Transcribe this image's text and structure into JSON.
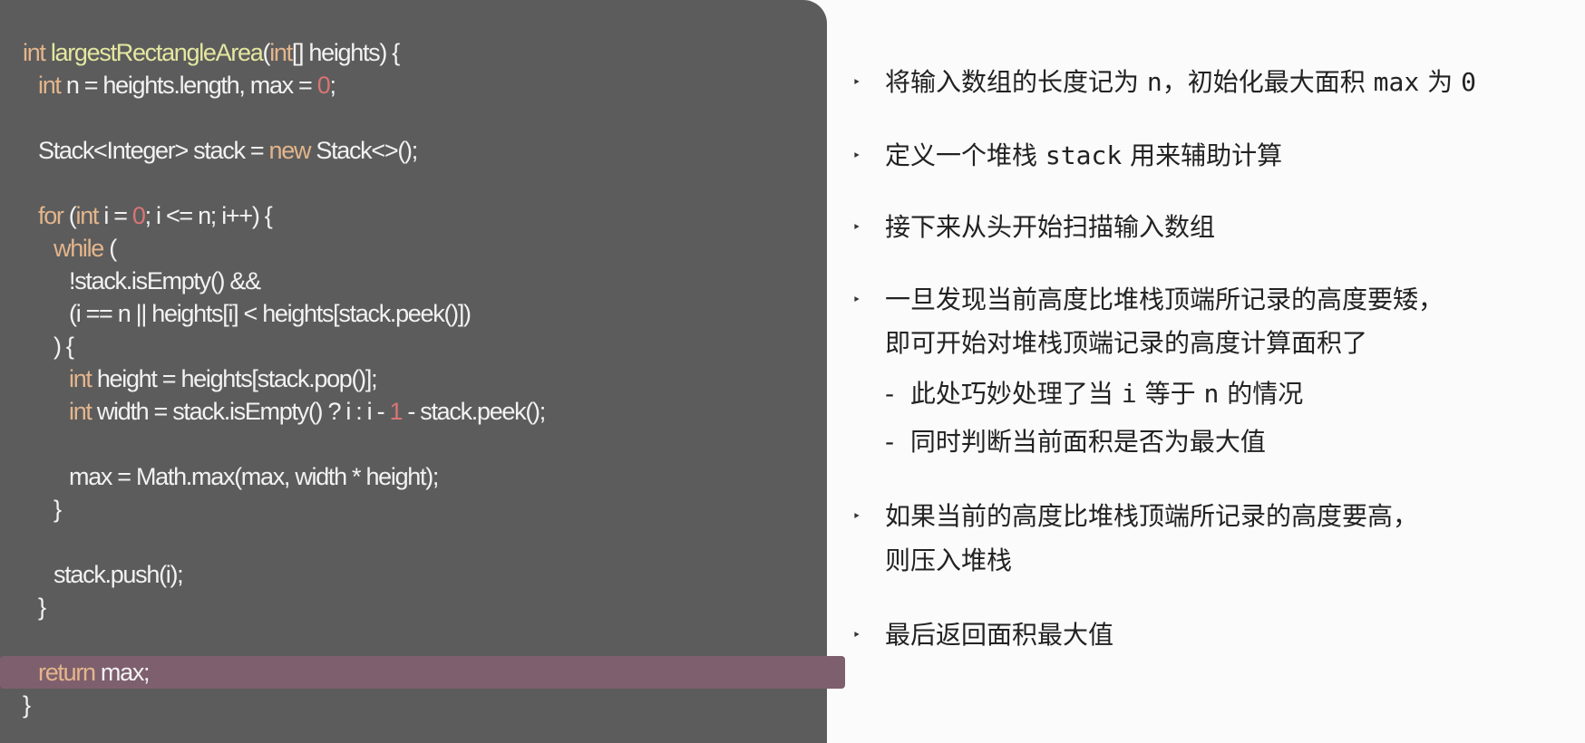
{
  "code": {
    "highlight_line": 19,
    "lines": [
      {
        "indent": 0,
        "tokens": [
          {
            "t": "int",
            "c": "kw"
          },
          {
            "t": " "
          },
          {
            "t": "largestRectangleArea",
            "c": "fn"
          },
          {
            "t": "("
          },
          {
            "t": "int",
            "c": "kw"
          },
          {
            "t": "[] heights) {"
          }
        ]
      },
      {
        "indent": 1,
        "tokens": [
          {
            "t": "int",
            "c": "kw"
          },
          {
            "t": " n = heights.length, max = "
          },
          {
            "t": "0",
            "c": "num"
          },
          {
            "t": ";"
          }
        ]
      },
      {
        "indent": 0,
        "tokens": []
      },
      {
        "indent": 1,
        "tokens": [
          {
            "t": "Stack<Integer> stack = "
          },
          {
            "t": "new",
            "c": "kw"
          },
          {
            "t": " Stack<>();"
          }
        ]
      },
      {
        "indent": 0,
        "tokens": []
      },
      {
        "indent": 1,
        "tokens": [
          {
            "t": "for",
            "c": "kw"
          },
          {
            "t": " ("
          },
          {
            "t": "int",
            "c": "kw"
          },
          {
            "t": " i = "
          },
          {
            "t": "0",
            "c": "num"
          },
          {
            "t": "; i <= n; i++) {"
          }
        ]
      },
      {
        "indent": 2,
        "tokens": [
          {
            "t": "while",
            "c": "kw"
          },
          {
            "t": " ("
          }
        ]
      },
      {
        "indent": 3,
        "tokens": [
          {
            "t": "!stack.isEmpty() &&"
          }
        ]
      },
      {
        "indent": 3,
        "tokens": [
          {
            "t": "(i == n || heights[i] < heights[stack.peek()])"
          }
        ]
      },
      {
        "indent": 2,
        "tokens": [
          {
            "t": ") {"
          }
        ]
      },
      {
        "indent": 3,
        "tokens": [
          {
            "t": "int",
            "c": "kw"
          },
          {
            "t": " height = heights[stack.pop()];"
          }
        ]
      },
      {
        "indent": 3,
        "tokens": [
          {
            "t": "int",
            "c": "kw"
          },
          {
            "t": " width = stack.isEmpty() ? i : i - "
          },
          {
            "t": "1",
            "c": "num"
          },
          {
            "t": " - stack.peek();"
          }
        ]
      },
      {
        "indent": 0,
        "tokens": []
      },
      {
        "indent": 3,
        "tokens": [
          {
            "t": "max = Math.max(max, width * height);"
          }
        ]
      },
      {
        "indent": 2,
        "tokens": [
          {
            "t": "}"
          }
        ]
      },
      {
        "indent": 0,
        "tokens": []
      },
      {
        "indent": 2,
        "tokens": [
          {
            "t": "stack.push(i);"
          }
        ]
      },
      {
        "indent": 1,
        "tokens": [
          {
            "t": "}"
          }
        ]
      },
      {
        "indent": 0,
        "tokens": []
      },
      {
        "indent": 1,
        "tokens": [
          {
            "t": "return",
            "c": "kw"
          },
          {
            "t": " max;"
          }
        ]
      },
      {
        "indent": 0,
        "tokens": [
          {
            "t": "}"
          }
        ]
      }
    ]
  },
  "explanation": [
    {
      "bullet": "‣",
      "segs": [
        {
          "t": "将输入数组的长度记为 "
        },
        {
          "t": "n",
          "m": true
        },
        {
          "t": "，初始化最大面积 "
        },
        {
          "t": "max",
          "m": true
        },
        {
          "t": " 为 "
        },
        {
          "t": "0",
          "m": true
        }
      ]
    },
    {
      "bullet": "‣",
      "segs": [
        {
          "t": "定义一个堆栈 "
        },
        {
          "t": "stack",
          "m": true
        },
        {
          "t": " 用来辅助计算"
        }
      ]
    },
    {
      "bullet": "‣",
      "segs": [
        {
          "t": "接下来从头开始扫描输入数组"
        }
      ]
    },
    {
      "bullet": "‣",
      "segs": [
        {
          "t": "一旦发现当前高度比堆栈顶端所记录的高度要矮，"
        }
      ]
    },
    {
      "bullet": "",
      "segs": [
        {
          "t": "即可开始对堆栈顶端记录的高度计算面积了"
        }
      ]
    },
    {
      "bullet": "",
      "segs": [
        {
          "t": "-  此处巧妙处理了当 "
        },
        {
          "t": "i",
          "m": true
        },
        {
          "t": " 等于 "
        },
        {
          "t": "n",
          "m": true
        },
        {
          "t": " 的情况"
        }
      ]
    },
    {
      "bullet": "",
      "segs": [
        {
          "t": "-  同时判断当前面积是否为最大值"
        }
      ]
    },
    {
      "bullet": "‣",
      "segs": [
        {
          "t": "如果当前的高度比堆栈顶端所记录的高度要高，"
        }
      ]
    },
    {
      "bullet": "",
      "segs": [
        {
          "t": "则压入堆栈"
        }
      ]
    },
    {
      "bullet": "‣",
      "segs": [
        {
          "t": "最后返回面积最大值"
        }
      ]
    }
  ],
  "colors": {
    "panel": "#5c5c5c",
    "keyword": "#e3b58c",
    "function": "#e4e7a0",
    "number": "#d97474",
    "highlight": "#7e5f6d"
  }
}
